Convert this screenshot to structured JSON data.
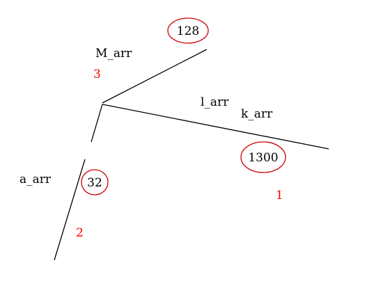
{
  "colors": {
    "line": "#000000",
    "text": "#000000",
    "circle": "#cc0000",
    "number": "#ff0000"
  },
  "labels": {
    "m_arr": "M_arr",
    "l_arr": "l_arr",
    "k_arr": "k_arr",
    "a_arr": "a_arr"
  },
  "values": {
    "m_value": "128",
    "k_value": "1300",
    "a_value": "32"
  },
  "branch_numbers": {
    "one": "1",
    "two": "2",
    "three": "3"
  }
}
